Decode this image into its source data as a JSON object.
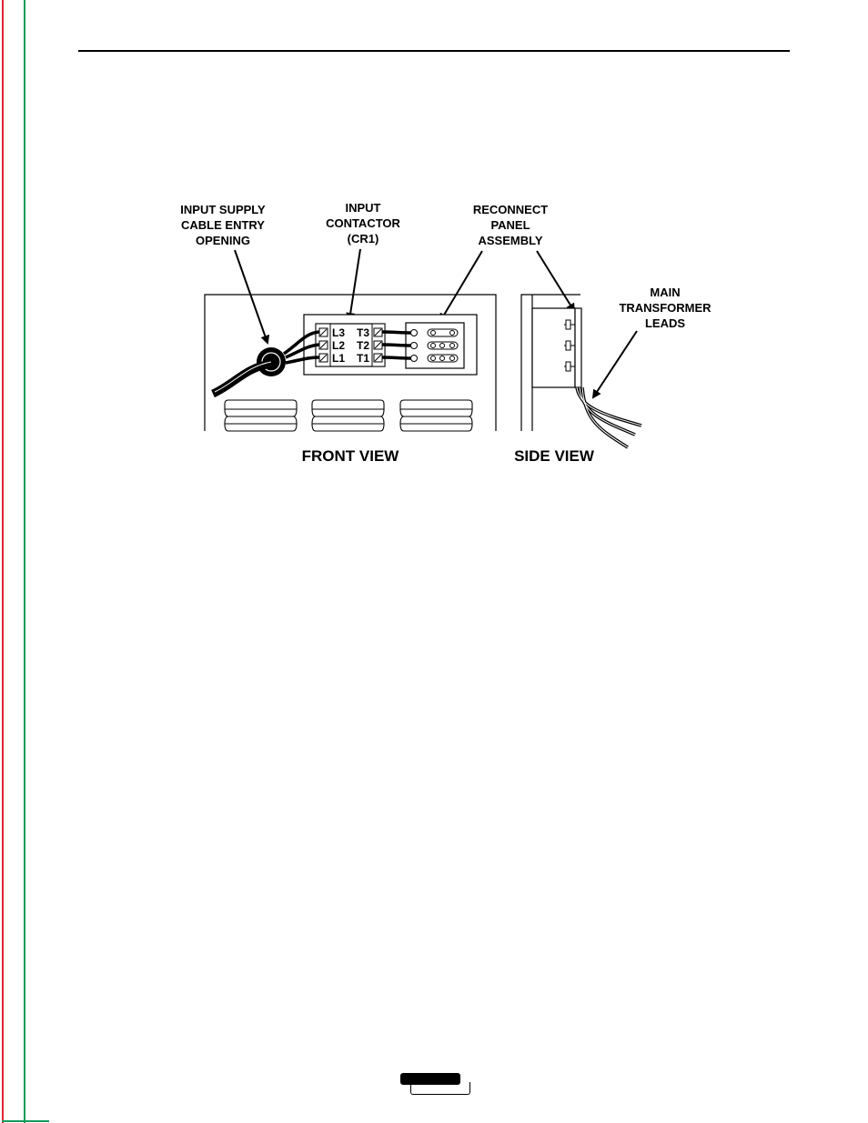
{
  "colors": {
    "margin_red": "#e0242f",
    "margin_green": "#129a5a",
    "ink": "#000000"
  },
  "figure": {
    "callouts": {
      "cable_entry": [
        "INPUT SUPPLY",
        "CABLE ENTRY",
        "OPENING"
      ],
      "contactor": [
        "INPUT",
        "CONTACTOR",
        "(CR1)"
      ],
      "reconnect": [
        "RECONNECT",
        "PANEL",
        "ASSEMBLY"
      ],
      "transformer": [
        "MAIN",
        "TRANSFORMER",
        "LEADS"
      ]
    },
    "terminals": {
      "line": [
        "L3",
        "L2",
        "L1"
      ],
      "load": [
        "T3",
        "T2",
        "T1"
      ]
    },
    "views": {
      "front": "FRONT VIEW",
      "side": "SIDE VIEW"
    }
  }
}
